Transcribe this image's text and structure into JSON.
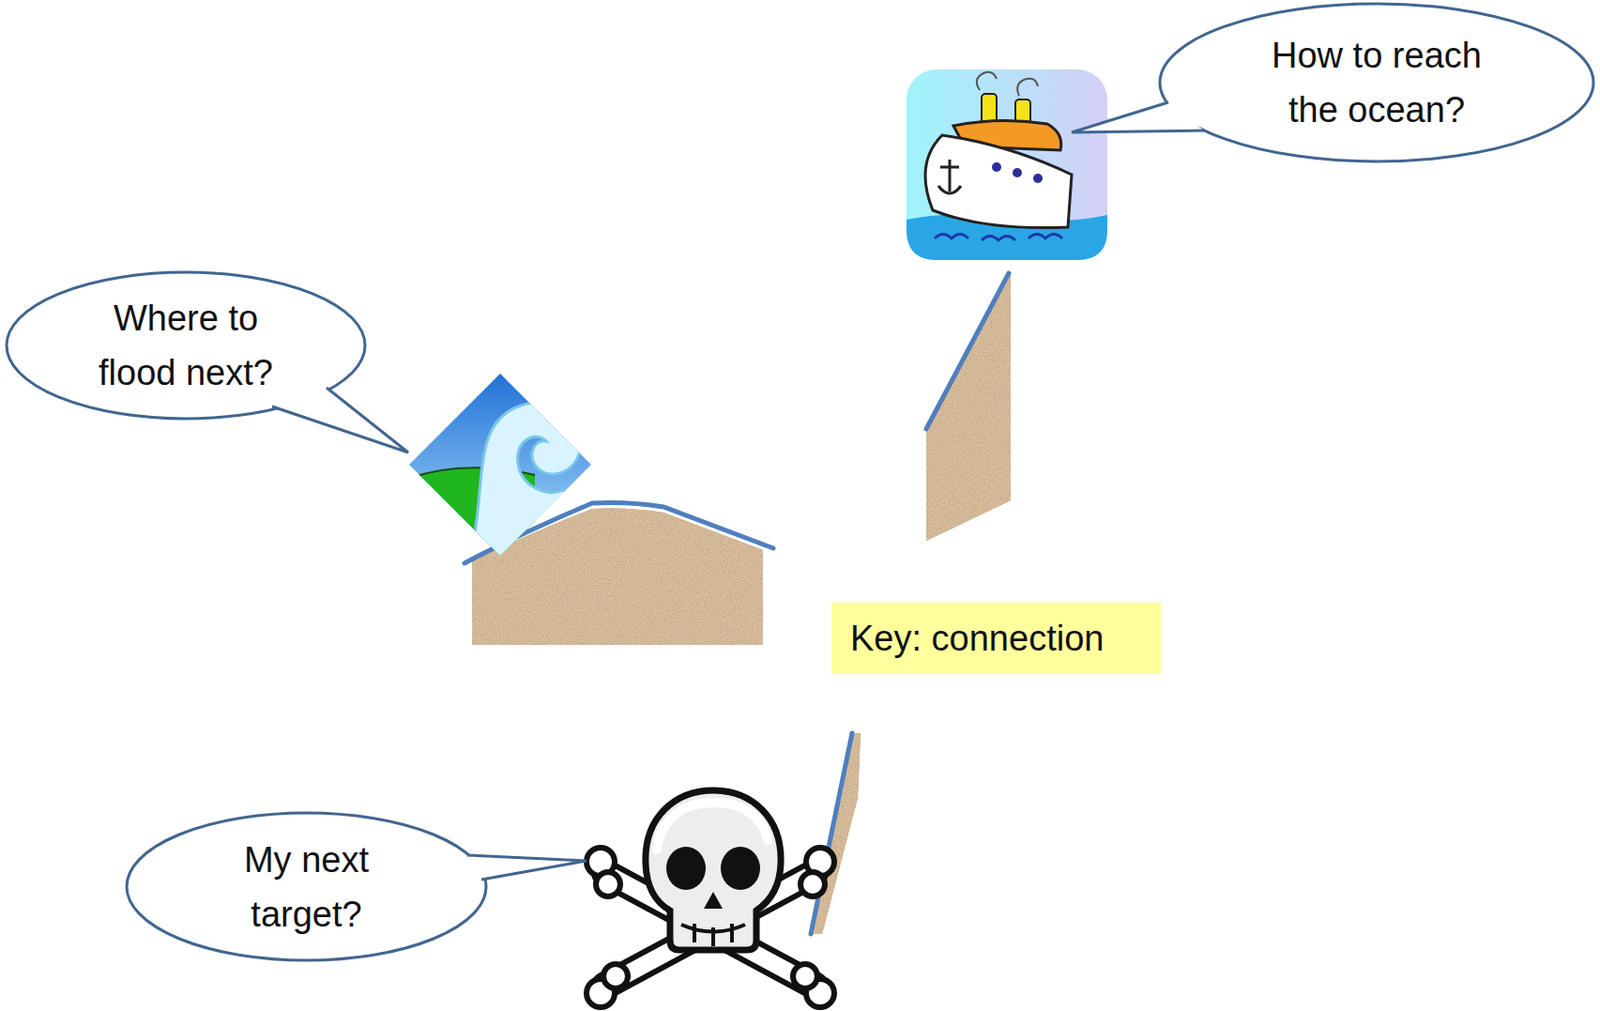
{
  "diagram": {
    "nodes": [
      {
        "text": [
          "How to reach the ocean?"
        ]
      },
      {
        "text": [
          "Where to flood next?"
        ]
      },
      {
        "text": [
          "Key: connection"
        ]
      },
      {
        "text": [
          "My next target?"
        ]
      }
    ]
  }
}
